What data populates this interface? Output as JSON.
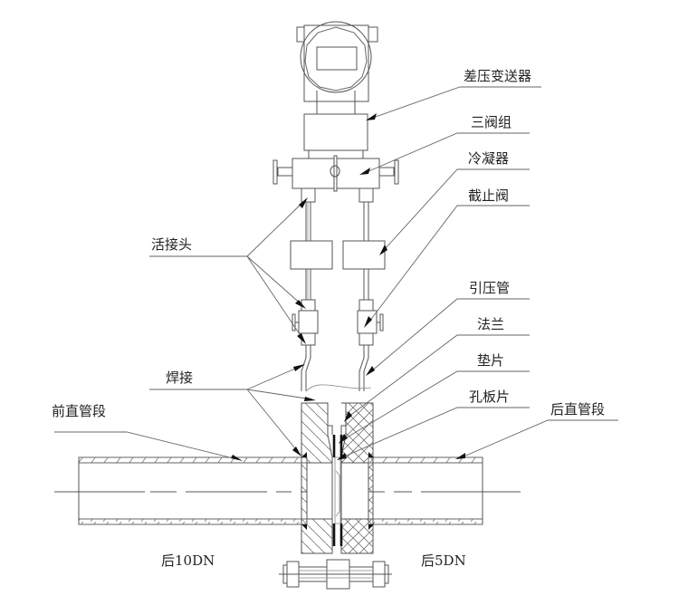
{
  "diagram": {
    "type": "orifice-plate-flowmeter-installation",
    "labels": {
      "dp_transmitter": "差压变送器",
      "three_valve_manifold": "三阀组",
      "condenser": "冷凝器",
      "shutoff_valve": "截止阀",
      "union_joint": "活接头",
      "impulse_line": "引压管",
      "flange": "法兰",
      "gasket": "垫片",
      "weld": "焊接",
      "orifice_plate": "孔板片",
      "upstream_pipe": "前直管段",
      "downstream_pipe": "后直管段",
      "upstream_length": "后10DN",
      "downstream_length": "后5DN"
    },
    "colors": {
      "line": "#555555",
      "arrow": "#111111",
      "background": "#ffffff"
    }
  }
}
